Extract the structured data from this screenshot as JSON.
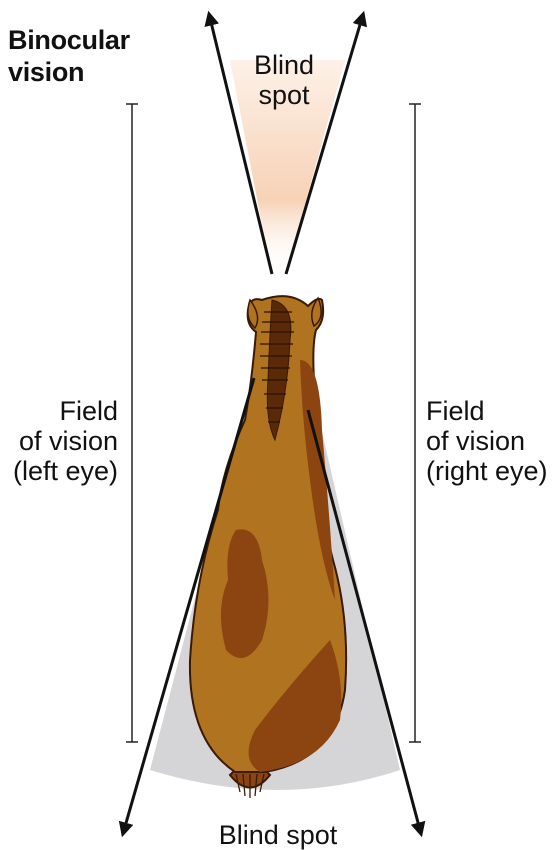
{
  "title": {
    "line1": "Binocular",
    "line2": "vision"
  },
  "labels": {
    "blind_spot_front": {
      "line1": "Blind",
      "line2": "spot"
    },
    "field_left": {
      "line1": "Field",
      "line2": "of vision",
      "line3": "(left eye)"
    },
    "field_right": {
      "line1": "Field",
      "line2": "of vision",
      "line3": "(right eye)"
    },
    "blind_spot_rear": "Blind spot"
  },
  "colors": {
    "arrow": "#111111",
    "front_blind_zone": "#f6c9a8",
    "rear_blind_zone": "#d3d3d6",
    "horse_body": "#b0731f",
    "horse_patch": "#8c4410",
    "horse_outline": "#3a1a05"
  },
  "icons": {
    "subject": "horse-top-view-icon"
  }
}
